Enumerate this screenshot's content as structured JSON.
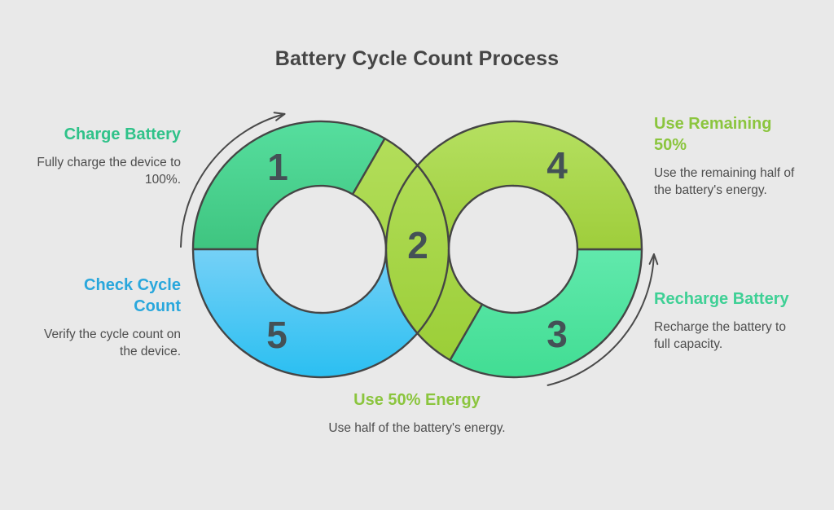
{
  "title": "Battery Cycle Count Process",
  "background": "#e9e9e9",
  "outline_color": "#454545",
  "arrow_color": "#4a4a4a",
  "number_color": "#445156",
  "body_color": "#4d4d4d",
  "title_color": "#454545",
  "steps": [
    {
      "num": "1",
      "label": "Charge Battery",
      "label_color": "#2fc289",
      "desc": "Fully charge the device to 100%.",
      "segment_colors": [
        "#56de9e",
        "#3ec47f"
      ]
    },
    {
      "num": "2",
      "label": "Use 50% Energy",
      "label_color": "#8bc53e",
      "desc": "Use half of the battery's energy.",
      "segment_colors": [
        "#b3de5b",
        "#9bce37"
      ]
    },
    {
      "num": "3",
      "label": "Recharge Battery",
      "label_color": "#3ed095",
      "desc": "Recharge the battery to full capacity.",
      "segment_colors": [
        "#62e9ad",
        "#41dd93"
      ]
    },
    {
      "num": "4",
      "label": "Use Remaining 50%",
      "label_color": "#8bc53e",
      "desc": "Use the remaining half of the battery's energy.",
      "segment_colors": [
        "#b5e061",
        "#9ecd3a"
      ]
    },
    {
      "num": "5",
      "label": "Check Cycle Count",
      "label_color": "#29a7dc",
      "desc": "Verify the cycle count on the device.",
      "segment_colors": [
        "#78d1f7",
        "#2abff1"
      ]
    }
  ]
}
